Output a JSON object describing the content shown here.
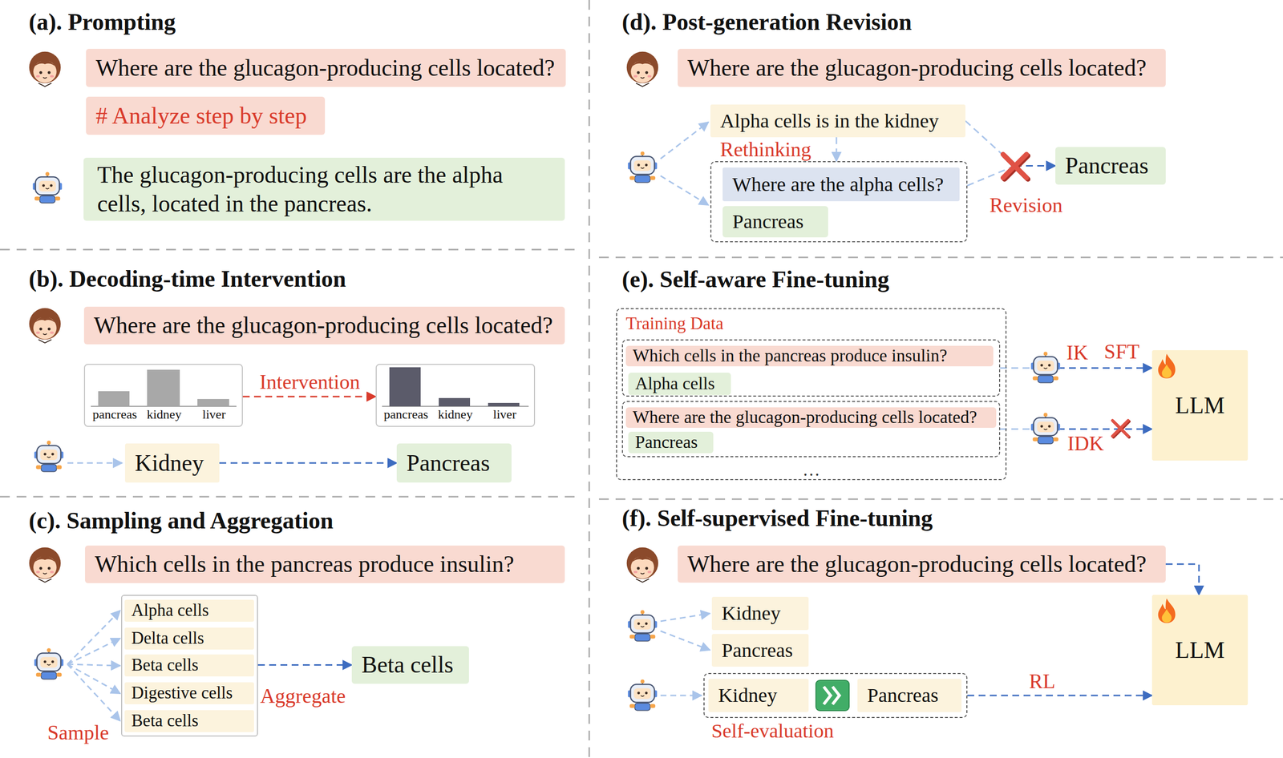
{
  "diagram": {
    "nodes": [
      {
        "text": [
          "Where are the glucagon-producing cells located?"
        ]
      },
      {
        "text": [
          "# Analyze step by step"
        ]
      },
      {
        "text": [
          "The glucagon-producing cells are the alpha cells, located in the pancreas."
        ]
      },
      {
        "text": [
          "Where are the glucagon-producing cells located?"
        ]
      },
      {
        "text": [
          "pancreas",
          "kidney",
          "liver"
        ]
      },
      {
        "text": [
          "pancreas",
          "kidney",
          "liver"
        ]
      },
      {
        "text": [
          "Kidney"
        ]
      },
      {
        "text": [
          "Pancreas"
        ]
      },
      {
        "text": [
          "Which cells in the pancreas produce insulin?"
        ]
      },
      {
        "text": []
      },
      {
        "text": [
          "Alpha cells"
        ],
        "in": 9
      },
      {
        "text": [
          "Delta cells"
        ],
        "in": 9
      },
      {
        "text": [
          "Beta cells"
        ],
        "in": 9
      },
      {
        "text": [
          "Digestive cells"
        ],
        "in": 9
      },
      {
        "text": [
          "Beta cells"
        ],
        "in": 9
      },
      {
        "text": [
          "Beta cells"
        ]
      },
      {
        "text": [
          "Where are the glucagon-producing cells located?"
        ]
      },
      {
        "text": [
          "Alpha cells is in the kidney"
        ]
      },
      {
        "text": []
      },
      {
        "text": [
          "Where are the alpha cells?"
        ],
        "in": 18
      },
      {
        "text": [
          "Pancreas"
        ],
        "in": 18
      },
      {
        "text": [
          "Pancreas"
        ]
      },
      {
        "text": [
          "Training Data",
          "…"
        ]
      },
      {
        "text": [],
        "in": 22
      },
      {
        "text": [
          "Which cells in the pancreas produce insulin?"
        ],
        "in": 23
      },
      {
        "text": [
          "Alpha cells"
        ],
        "in": 23
      },
      {
        "text": [],
        "in": 22
      },
      {
        "text": [
          "Where are the glucagon-producing cells located?"
        ],
        "in": 26
      },
      {
        "text": [
          "Pancreas"
        ],
        "in": 26
      },
      {
        "text": [
          "LLM"
        ]
      },
      {
        "text": [
          "Where are the glucagon-producing cells located?"
        ]
      },
      {
        "text": [
          "Kidney"
        ]
      },
      {
        "text": [
          "Pancreas"
        ]
      },
      {
        "text": [
          "Self-evaluation"
        ]
      },
      {
        "text": [
          "Kidney"
        ],
        "in": 33
      },
      {
        "text": [
          "Pancreas"
        ],
        "in": 33
      },
      {
        "text": [
          "LLM"
        ]
      }
    ],
    "edges": [
      {
        "from": 4,
        "to": 5,
        "arrow": "to",
        "label": "Intervention"
      },
      {
        "from": 6,
        "to": 7,
        "arrow": "to"
      },
      {
        "from": 9,
        "to": 15,
        "arrow": "to",
        "label": "Aggregate"
      },
      {
        "from": 17,
        "to": 18,
        "arrow": "to",
        "label": "Rethinking"
      },
      {
        "from": 17,
        "to": 21,
        "arrow": "to"
      },
      {
        "from": 18,
        "to": 21,
        "arrow": "to"
      },
      {
        "from": 23,
        "to": 29,
        "arrow": "to",
        "label": "SFT"
      },
      {
        "from": 26,
        "to": 29,
        "arrow": "to"
      },
      {
        "from": 30,
        "to": 36,
        "arrow": "to"
      },
      {
        "from": 33,
        "to": 36,
        "arrow": "to",
        "label": "RL"
      }
    ],
    "labels": [
      "(a). Prompting",
      "(b). Decoding-time Intervention",
      "(c). Sampling and Aggregation",
      "(d). Post-generation Revision",
      "(e). Self-aware Fine-tuning",
      "(f). Self-supervised Fine-tuning",
      "Sample",
      "Revision",
      "IK",
      "IDK"
    ]
  }
}
